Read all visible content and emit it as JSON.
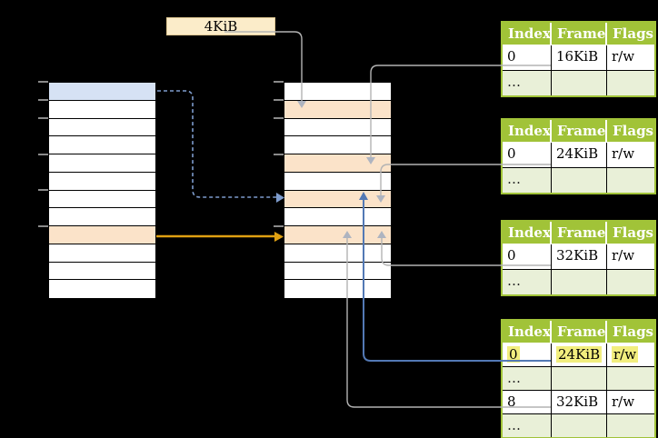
{
  "frame_size_label": "4KiB",
  "colors": {
    "background": "#000000",
    "row_white": "#ffffff",
    "row_blue": "#d6e2f4",
    "row_orange": "#fbe3c9",
    "kib_box_fill": "#fbecc9",
    "kib_box_border": "#dfc893",
    "table_header_green": "#a1c338",
    "table_border_green": "#a1c338",
    "table_row_light_green": "#e9f0d8",
    "yellow_highlight": "#f2ee7e",
    "gray_line": "#b3b3b3",
    "gray_arrow": "#aeb4c0",
    "blue_line": "#5379b5",
    "blue_dashed": "#7e9ccd",
    "orange_arrow": "#dfa012",
    "tick_gray": "#8a8a8a"
  },
  "left_table": {
    "rows": [
      "blue",
      "white",
      "white",
      "white",
      "white",
      "white",
      "white",
      "white",
      "orange",
      "white",
      "white",
      "white"
    ]
  },
  "middle_table": {
    "rows": [
      "white",
      "orange",
      "white",
      "white",
      "orange",
      "white",
      "orange",
      "white",
      "orange",
      "white",
      "white",
      "white"
    ]
  },
  "mini_tables": [
    {
      "name": "page-table-1",
      "headers": [
        "Index",
        "Frame",
        "Flags"
      ],
      "rows": [
        {
          "cells": [
            "0",
            "16KiB",
            "r/w"
          ],
          "dots": false,
          "highlight": false
        },
        {
          "cells": [
            "…",
            "",
            ""
          ],
          "dots": true,
          "highlight": false
        }
      ]
    },
    {
      "name": "page-table-2",
      "headers": [
        "Index",
        "Frame",
        "Flags"
      ],
      "rows": [
        {
          "cells": [
            "0",
            "24KiB",
            "r/w"
          ],
          "dots": false,
          "highlight": false
        },
        {
          "cells": [
            "…",
            "",
            ""
          ],
          "dots": true,
          "highlight": false
        }
      ]
    },
    {
      "name": "page-table-3",
      "headers": [
        "Index",
        "Frame",
        "Flags"
      ],
      "rows": [
        {
          "cells": [
            "0",
            "32KiB",
            "r/w"
          ],
          "dots": false,
          "highlight": false
        },
        {
          "cells": [
            "…",
            "",
            ""
          ],
          "dots": true,
          "highlight": false
        }
      ]
    },
    {
      "name": "page-table-4",
      "headers": [
        "Index",
        "Frame",
        "Flags"
      ],
      "rows": [
        {
          "cells": [
            "0",
            "24KiB",
            "r/w"
          ],
          "dots": false,
          "highlight": true
        },
        {
          "cells": [
            "…",
            "",
            ""
          ],
          "dots": true,
          "highlight": false
        },
        {
          "cells": [
            "8",
            "32KiB",
            "r/w"
          ],
          "dots": false,
          "highlight": false
        },
        {
          "cells": [
            "…",
            "",
            ""
          ],
          "dots": true,
          "highlight": false
        }
      ]
    }
  ]
}
